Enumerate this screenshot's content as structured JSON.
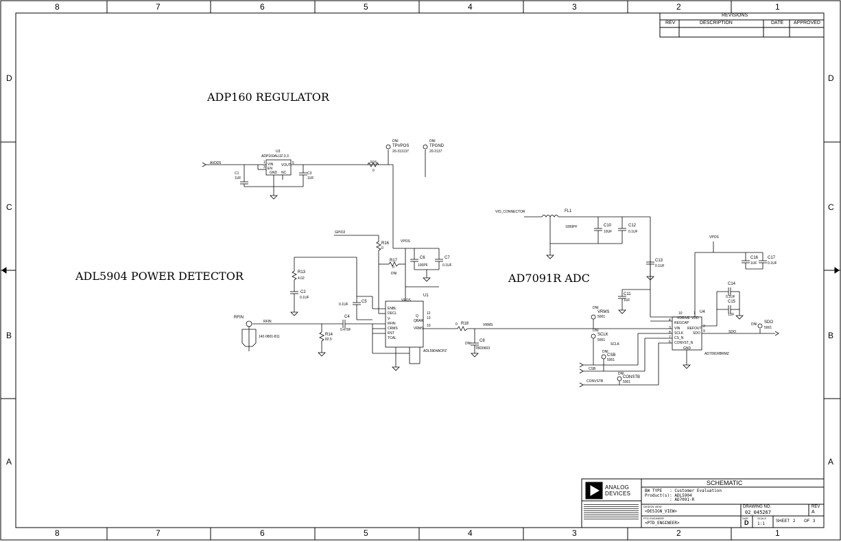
{
  "frame": {
    "cols": [
      "8",
      "7",
      "6",
      "5",
      "4",
      "3",
      "2",
      "1"
    ],
    "rows": [
      "D",
      "C",
      "B",
      "A"
    ]
  },
  "revisions": {
    "title": "REVISIONS",
    "headers": [
      "REV",
      "DESCRIPTION",
      "DATE",
      "APPROVED"
    ]
  },
  "sections": {
    "regulator": "ADP160 REGULATOR",
    "detector": "ADL5904 POWER DETECTOR",
    "adc": "AD7091R ADC"
  },
  "regulator": {
    "u3": "U3",
    "u3_part": "ADP160AUJZ-3.3",
    "pins": [
      "VIN",
      "EN",
      "GND",
      "VOUT",
      "NC"
    ],
    "pin_nums": [
      "1",
      "3",
      "2",
      "5",
      "4"
    ],
    "net_in": "AVDD5",
    "c1": "C1",
    "c1_val": "1UF",
    "c3": "C3",
    "c3_val": "1UF",
    "r15": "R15",
    "r15_val": "0",
    "tp_vpos": "TPVPOS",
    "tp_vpos_part": "20-313137",
    "tp_dni": "DNI",
    "tp_gnd": "TPGND",
    "tp_gnd_part": "20-2137",
    "tp_gnd_dni": "DNI"
  },
  "detector": {
    "gpio_net": "GPIO2",
    "vpos_net": "VPOS",
    "r16": "R16",
    "r16_val": "0",
    "r17": "R17",
    "r17_val": "0",
    "r17_dni": "DNI",
    "c6": "C6",
    "c6_val": "100PF",
    "c7": "C7",
    "c7_val": "0.1UF",
    "r13": "R13",
    "r13_val": "4.02",
    "c2": "C2",
    "c2_val": "0.1UF",
    "c5": "C5",
    "c5_val": "0.1UF",
    "c4": "C4",
    "c4_val": "0.470F",
    "r14": "R14",
    "r14_val": "82.5",
    "rfin": "RFIN",
    "rfin_net": "RFIN",
    "rfin_part": "142-0801-811",
    "u1": "U1",
    "u1_part": "ADL5904ACPZ",
    "u1_left_pins": [
      "ENBL",
      "DECL",
      "V-",
      "RFIN",
      "CRMS",
      "RST",
      "TCAL"
    ],
    "u1_right_pins": [
      "Q",
      "QBAR",
      "VRMS"
    ],
    "u1_right_nums": [
      "12",
      "13",
      "10"
    ],
    "u1_top": "VPOS",
    "r18": "R18",
    "r18_val": "0",
    "vrms_net": "VRMS",
    "c8": "C8",
    "c8_val": "TBD0603",
    "c8_dni": "DNI"
  },
  "adc": {
    "vio_net": "VIO_CONNECTOR",
    "fl1": "FL1",
    "fl1_val": "1000PF",
    "c10": "C10",
    "c10_val": "10UF",
    "c12": "C12",
    "c12_val": "0.1UF",
    "c13": "C13",
    "c13_val": "0.1UF",
    "c11": "C11",
    "c11_val": "1UF",
    "c14": "C14",
    "c14_val": "0.1UF",
    "c15": "C15",
    "c15_val": "1UF",
    "c16": "C16",
    "c16_val": "1UF",
    "c17": "C17",
    "c17_val": "0.1UF",
    "vdd_net": "VPOS",
    "u4": "U4",
    "u4_part": "AD7091RBRMZ",
    "u4_left_pins": [
      "VDRIVE",
      "REGCAP",
      "VIN",
      "SCLK",
      "CS_N",
      "CONVST_N"
    ],
    "u4_left_nums": [
      "10",
      "4",
      "3",
      "8",
      "7",
      "6"
    ],
    "u4_right_pins": [
      "VDD",
      "REFOUT",
      "SDO",
      "GND"
    ],
    "u4_right_nums": [
      "1",
      "2",
      "9",
      "5"
    ],
    "tp_vrms": "VRMS",
    "tp_vrms_val": "5001",
    "tp_sclk": "SCLK",
    "tp_sclk_val": "5001",
    "tp_csb": "CSB",
    "tp_csb_val": "5001",
    "tp_convst": "CONSTB",
    "tp_convst_val": "5001",
    "tp_sdo": "SDO",
    "tp_sdo_val": "5001",
    "net_sclk": "SCLK",
    "net_csb": "CSB",
    "net_convst": "CONVSTB",
    "net_sdo": "SDO",
    "dni": "DNI"
  },
  "title_block": {
    "company_line1": "ANALOG",
    "company_line2": "DEVICES",
    "title": "SCHEMATIC",
    "bw_type": "BW TYPE   : Customer Evaluation",
    "products": "Product(s): ADL5904",
    "products2": "          : AD7091-R",
    "design_view_label": "DESIGN VIEW",
    "design_view": "<DESIGN_VIEW>",
    "engineer_label": "PTD ENGINEER",
    "engineer": "<PTD_ENGINEER>",
    "drawing_no_label": "DRAWING NO.",
    "drawing_no": "02_045267",
    "rev_label": "REV",
    "rev": "A",
    "size_label": "SIZE",
    "size": "D",
    "scale_label": "SCALE",
    "scale": "1:1",
    "sheet_label": "SHEET",
    "sheet": "2",
    "of_label": "OF",
    "of": "3"
  }
}
